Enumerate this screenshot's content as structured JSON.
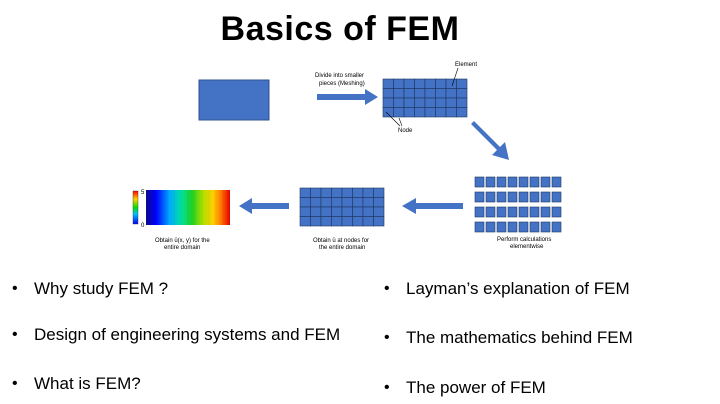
{
  "slide": {
    "title": "Basics of FEM"
  },
  "diagram": {
    "label_mesh": [
      "Divide into smaller",
      "pieces (Meshing)"
    ],
    "label_element": "Element",
    "label_node": "Node",
    "label_perform": [
      "Perform calculations",
      "elementwise"
    ],
    "label_obtain_u": [
      "Obtain ū at nodes for",
      "the entire domain"
    ],
    "label_obtain_field": [
      "Obtain ū(x, y) for the",
      "entire domain"
    ],
    "scale_max": "5",
    "scale_min": "0",
    "colors": {
      "block_fill": "#4472c4",
      "block_stroke": "#2f528f",
      "arrow": "#4472c4"
    }
  },
  "bullets": {
    "left": [
      "Why study FEM ?",
      "Design of engineering systems and FEM",
      "What is FEM?"
    ],
    "right": [
      "Layman’s explanation of FEM",
      "The mathematics behind FEM",
      "The power of FEM"
    ],
    "marker": "•"
  }
}
